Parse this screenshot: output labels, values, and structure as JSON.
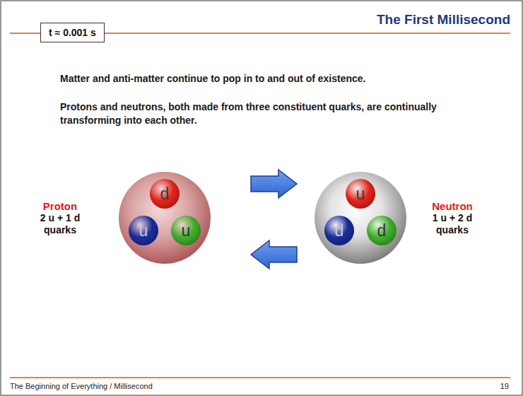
{
  "diagram": {
    "title": "The First Millisecond",
    "nodes": [
      {
        "text": [
          "t ≈ 0.001 s"
        ]
      },
      {
        "text": [
          "Proton",
          "2 u + 1 d quarks"
        ]
      },
      {
        "text": [
          "d"
        ],
        "in": 1
      },
      {
        "text": [
          "u"
        ],
        "in": 1
      },
      {
        "text": [
          "u"
        ],
        "in": 1
      },
      {
        "text": [
          "Neutron",
          "1 u + 2 d quarks"
        ]
      },
      {
        "text": [
          "u"
        ],
        "in": 5
      },
      {
        "text": [
          "d"
        ],
        "in": 5
      },
      {
        "text": [
          "d"
        ],
        "in": 5
      }
    ],
    "edges": [
      {
        "from": 1,
        "to": 5,
        "arrow": "to"
      },
      {
        "from": 5,
        "to": 1,
        "arrow": "to"
      }
    ],
    "labels": [
      "Matter and anti-matter continue to pop in to and out of existence.",
      "Protons and neutrons, both made from three constituent quarks, are continually transforming into each other.",
      "The Beginning of Everything / Millisecond",
      "19"
    ]
  }
}
